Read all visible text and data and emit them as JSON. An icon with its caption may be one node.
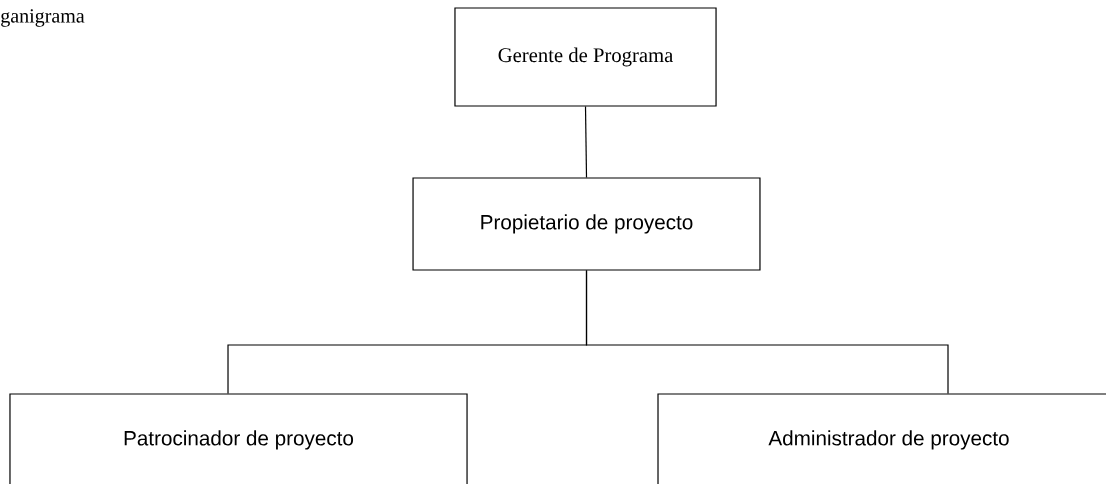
{
  "diagram": {
    "nodes": [
      {
        "text": [
          "Gerente de Programa"
        ]
      },
      {
        "text": [
          "Propietario de proyecto"
        ]
      },
      {
        "text": [
          "Patrocinador de proyecto"
        ]
      },
      {
        "text": [
          "Administrador de proyecto"
        ]
      }
    ],
    "edges": [
      {
        "from": 0,
        "to": 1,
        "arrow": "none"
      },
      {
        "from": 1,
        "to": 2,
        "arrow": "none"
      },
      {
        "from": 1,
        "to": 3,
        "arrow": "none"
      }
    ],
    "labels": [
      "ganigrama"
    ]
  }
}
